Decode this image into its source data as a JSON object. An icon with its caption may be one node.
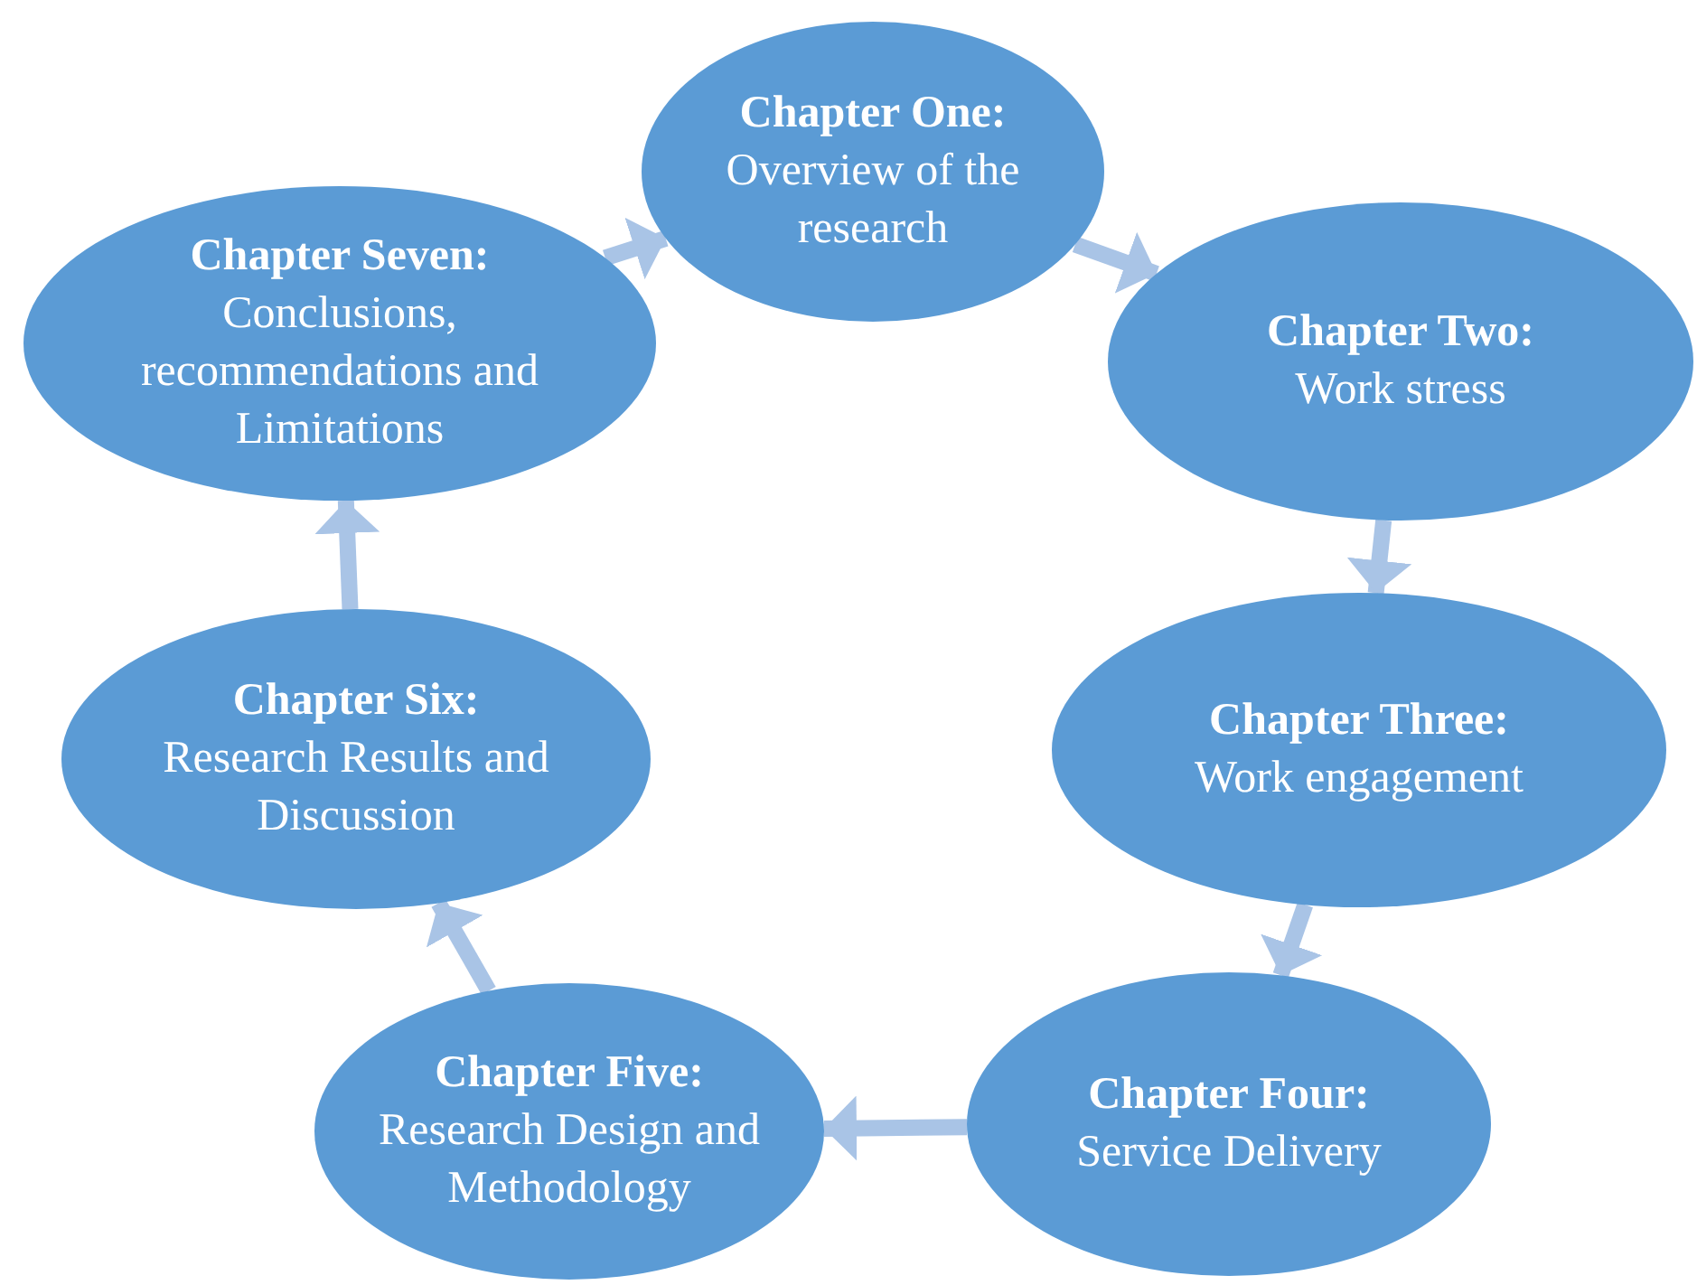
{
  "diagram": {
    "nodes": [
      {
        "text": [
          "Chapter One:",
          "Overview of the research"
        ]
      },
      {
        "text": [
          "Chapter Two:",
          "Work stress"
        ]
      },
      {
        "text": [
          "Chapter Three:",
          "Work engagement"
        ]
      },
      {
        "text": [
          "Chapter Four:",
          "Service Delivery"
        ]
      },
      {
        "text": [
          "Chapter Five:",
          "Research Design and Methodology"
        ]
      },
      {
        "text": [
          "Chapter Six:",
          "Research Results and Discussion"
        ]
      },
      {
        "text": [
          "Chapter Seven:",
          "Conclusions, recommendations and Limitations"
        ]
      }
    ],
    "edges": [
      {
        "from": 0,
        "to": 1,
        "arrow": "to"
      },
      {
        "from": 1,
        "to": 2,
        "arrow": "to"
      },
      {
        "from": 2,
        "to": 3,
        "arrow": "to"
      },
      {
        "from": 3,
        "to": 4,
        "arrow": "to"
      },
      {
        "from": 4,
        "to": 5,
        "arrow": "to"
      },
      {
        "from": 5,
        "to": 6,
        "arrow": "to"
      },
      {
        "from": 6,
        "to": 0,
        "arrow": "to"
      }
    ]
  }
}
